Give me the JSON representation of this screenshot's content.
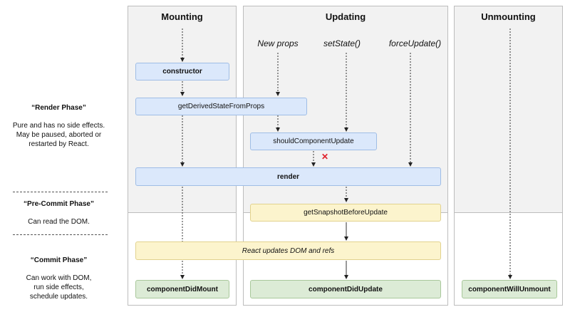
{
  "columns": {
    "mounting": "Mounting",
    "updating": "Updating",
    "unmounting": "Unmounting"
  },
  "triggers": {
    "new_props": "New props",
    "set_state": "setState()",
    "force_update": "forceUpdate()"
  },
  "methods": {
    "constructor": "constructor",
    "get_derived_state": "getDerivedStateFromProps",
    "should_update": "shouldComponentUpdate",
    "render": "render",
    "get_snapshot": "getSnapshotBeforeUpdate",
    "react_updates": "React updates DOM and refs",
    "did_mount": "componentDidMount",
    "did_update": "componentDidUpdate",
    "will_unmount": "componentWillUnmount"
  },
  "phases": {
    "render": {
      "title": "“Render Phase”",
      "desc": "Pure and has no side effects.\nMay be paused, aborted or\nrestarted by React."
    },
    "pre_commit": {
      "title": "“Pre-Commit Phase”",
      "desc": "Can read the DOM."
    },
    "commit": {
      "title": "“Commit Phase”",
      "desc": "Can work with DOM,\nrun side effects,\nschedule updates."
    }
  },
  "colors": {
    "render_box": "#dbe8fb",
    "pre_commit_box": "#fcf4cd",
    "commit_box": "#dcebd6",
    "column_bg": "#f2f2f2",
    "cancel_mark": "#e0202a"
  },
  "icons": {
    "cancel": "cross-mark-icon"
  }
}
